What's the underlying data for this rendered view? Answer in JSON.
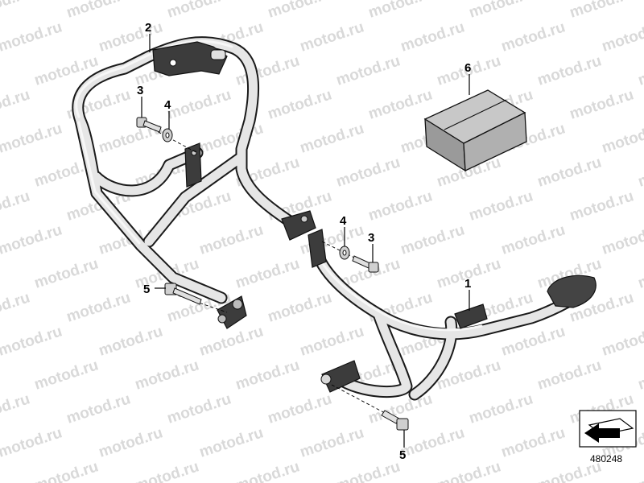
{
  "watermark": "motod.ru",
  "callouts": [
    {
      "id": "1",
      "label": "1"
    },
    {
      "id": "2",
      "label": "2"
    },
    {
      "id": "3a",
      "label": "3"
    },
    {
      "id": "4a",
      "label": "4"
    },
    {
      "id": "4b",
      "label": "4"
    },
    {
      "id": "3b",
      "label": "3"
    },
    {
      "id": "5a",
      "label": "5"
    },
    {
      "id": "5b",
      "label": "5"
    },
    {
      "id": "6",
      "label": "6"
    }
  ],
  "reference_number": "480248",
  "icons": {
    "direction": "arrow-direction-icon"
  },
  "colors": {
    "tube": "#e6e6e6",
    "outline": "#1a1a1a",
    "box_top": "#c8c8c8",
    "box_front": "#9a9a9a",
    "watermark": "#d9d9d9"
  }
}
